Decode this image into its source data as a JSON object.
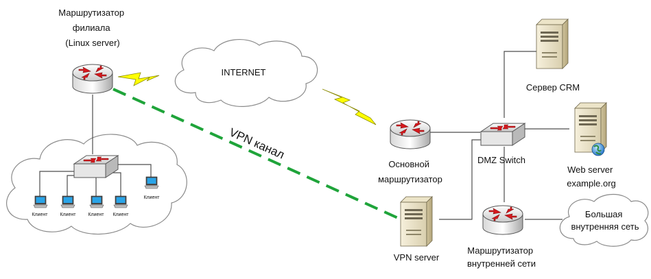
{
  "labels": {
    "branch_router": [
      "Маршрутизатор",
      "филиала",
      "(Linux server)"
    ],
    "internet": "INTERNET",
    "vpn_channel": "VPN канал",
    "main_router": [
      "Основной",
      "маршрутизатор"
    ],
    "dmz_switch": "DMZ Switch",
    "crm_server": "Сервер CRM",
    "web_server": [
      "Web server",
      "example.org"
    ],
    "vpn_server": "VPN server",
    "internal_router": [
      "Маршрутизатор",
      "внутренней сети"
    ],
    "big_network": [
      "Большая",
      "внутренняя сеть"
    ],
    "client": "Клиент"
  },
  "colors": {
    "vpn_line": "#1fa43a",
    "lightning": "#ffff00",
    "router_arrow": "#d8181d",
    "cloud_stroke": "#8a8a8a",
    "server_body": "#eee6cf",
    "monitor_screen": "#2aa4e8"
  },
  "icons": {
    "router": "router-icon",
    "switch": "switch-icon",
    "server": "server-icon",
    "cloud": "cloud-icon",
    "workstation": "workstation-icon",
    "globe": "globe-icon",
    "lightning": "lightning-icon"
  }
}
